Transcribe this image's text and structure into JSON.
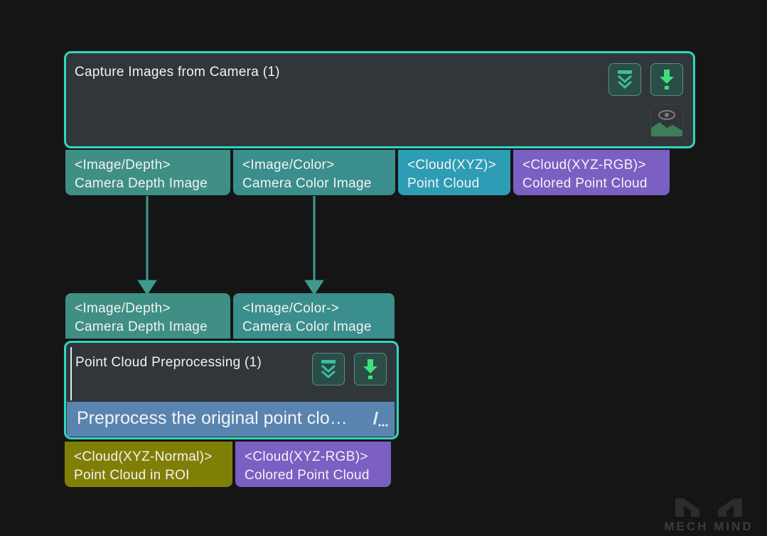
{
  "capture_node": {
    "title": "Capture Images from Camera (1)",
    "outputs": [
      {
        "type": "<Image/Depth>",
        "name": "Camera Depth Image",
        "color": "#3f8f84"
      },
      {
        "type": "<Image/Color>",
        "name": "Camera Color Image",
        "color": "#3a8e8c"
      },
      {
        "type": "<Cloud(XYZ)>",
        "name": "Point Cloud",
        "color": "#2d9db5"
      },
      {
        "type": "<Cloud(XYZ-RGB)>",
        "name": "Colored Point Cloud",
        "color": "#7b5fc2"
      }
    ],
    "icons": [
      "collapse-icon",
      "download-icon",
      "view-image-icon"
    ]
  },
  "preprocess_node": {
    "title": "Point Cloud Preprocessing (1)",
    "description": "Preprocess the original point clo…",
    "inputs": [
      {
        "type": "<Image/Depth>",
        "name": "Camera Depth Image",
        "color": "#3f8f84"
      },
      {
        "type": "<Image/Color->",
        "name": "Camera Color Image",
        "color": "#3a8e8c"
      }
    ],
    "outputs": [
      {
        "type": "<Cloud(XYZ-Normal)>",
        "name": "Point Cloud in ROI",
        "color": "#7f7f07"
      },
      {
        "type": "<Cloud(XYZ-RGB)>",
        "name": "Colored Point Cloud",
        "color": "#7b5fc2"
      }
    ],
    "icons": [
      "collapse-icon",
      "download-icon",
      "edit-icon"
    ]
  },
  "connections": [
    {
      "from": "Camera Depth Image",
      "to": "Camera Depth Image"
    },
    {
      "from": "Camera Color Image",
      "to": "Camera Color Image"
    }
  ],
  "colors": {
    "node_border": "#2fd6c0",
    "connector": "#3f9a8e",
    "canvas": "#151515"
  },
  "watermark": "MECH MIND"
}
